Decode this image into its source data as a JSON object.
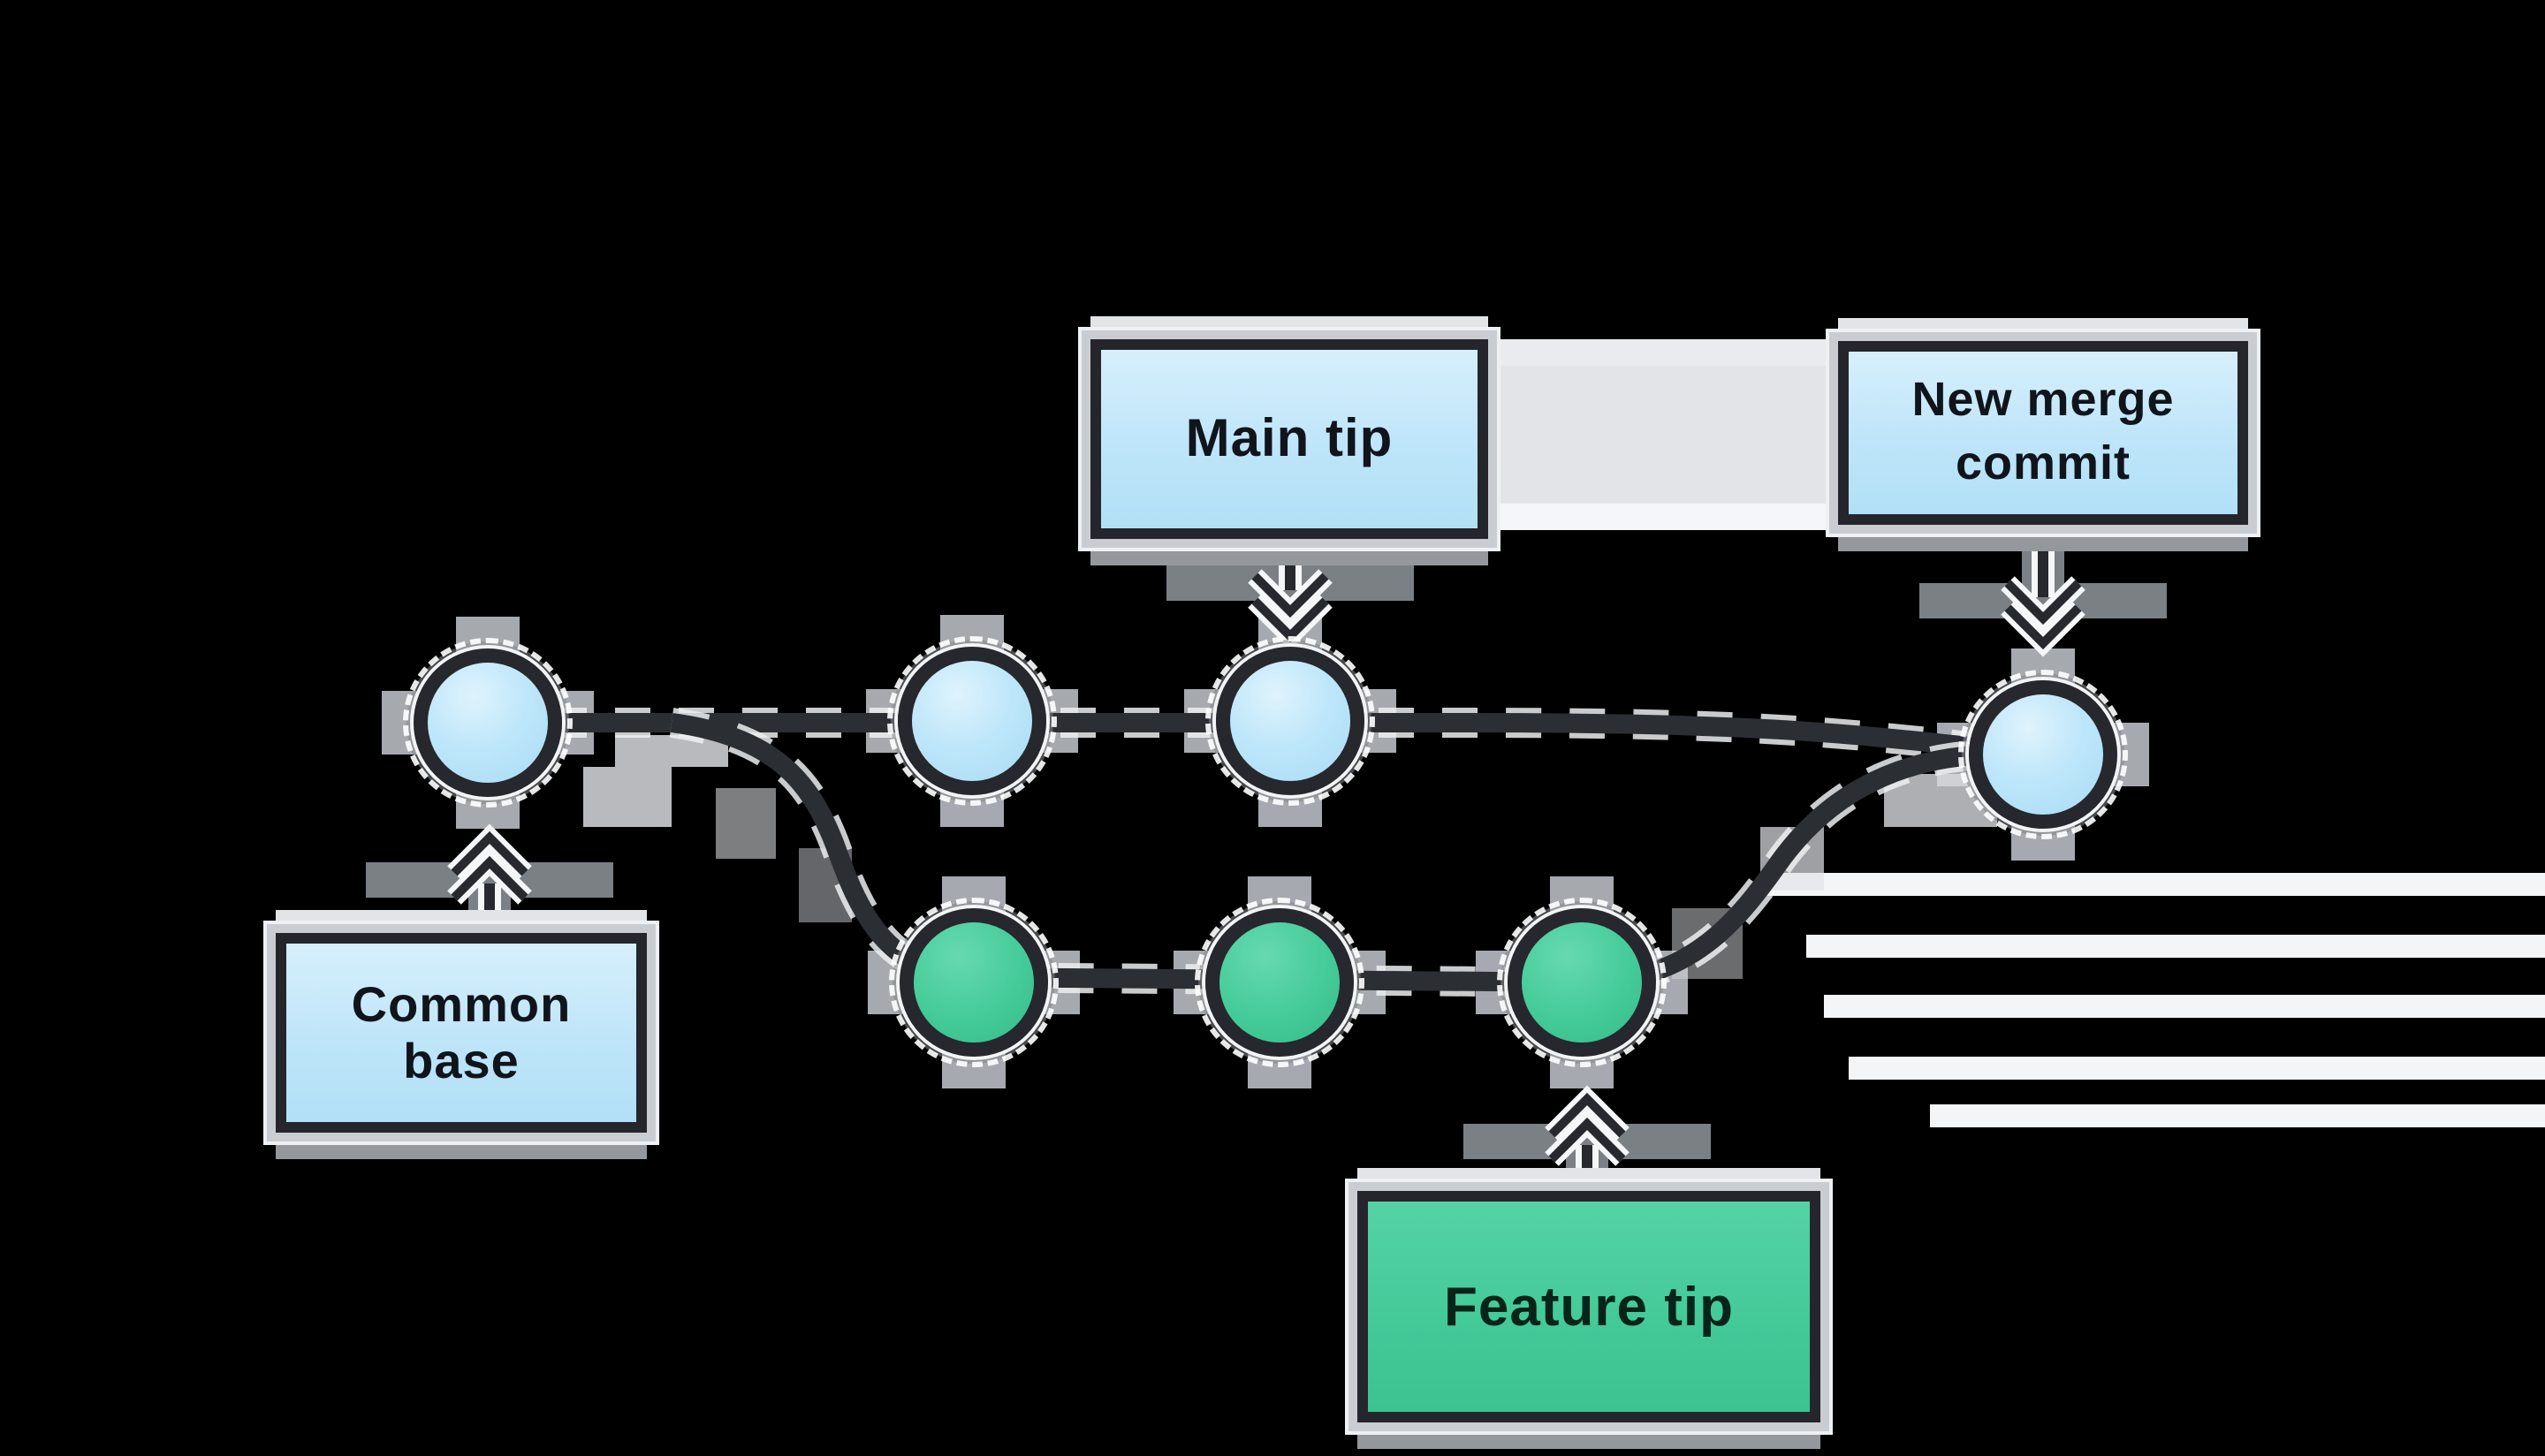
{
  "diagram": {
    "type": "git-merge-diagram",
    "background": "#000000",
    "labels": {
      "main_tip": "Main tip",
      "new_merge_commit": "New merge commit",
      "common_base": "Common base",
      "feature_tip": "Feature tip"
    },
    "colors": {
      "main_branch_node_fill": "#bfe7fa",
      "feature_branch_node_fill": "#45cb9a",
      "node_ring": "#26282d",
      "edge_line": "#2b2e33",
      "blue_label_box_fill": "#bee5f9",
      "green_label_box_fill": "#43c998",
      "label_text_dark": "#10141b",
      "ghost_box_fill": "#e2e4e8",
      "stripe_artifact": "#f4f5f6"
    },
    "graph": {
      "base_label": "Common base",
      "branches": [
        {
          "name": "main",
          "commit_count": 4,
          "tip_label": "Main tip",
          "merge_label": "New merge commit"
        },
        {
          "name": "feature",
          "commit_count": 3,
          "tip_label": "Feature tip"
        }
      ],
      "merge": "feature merges into main creating new merge commit"
    }
  }
}
